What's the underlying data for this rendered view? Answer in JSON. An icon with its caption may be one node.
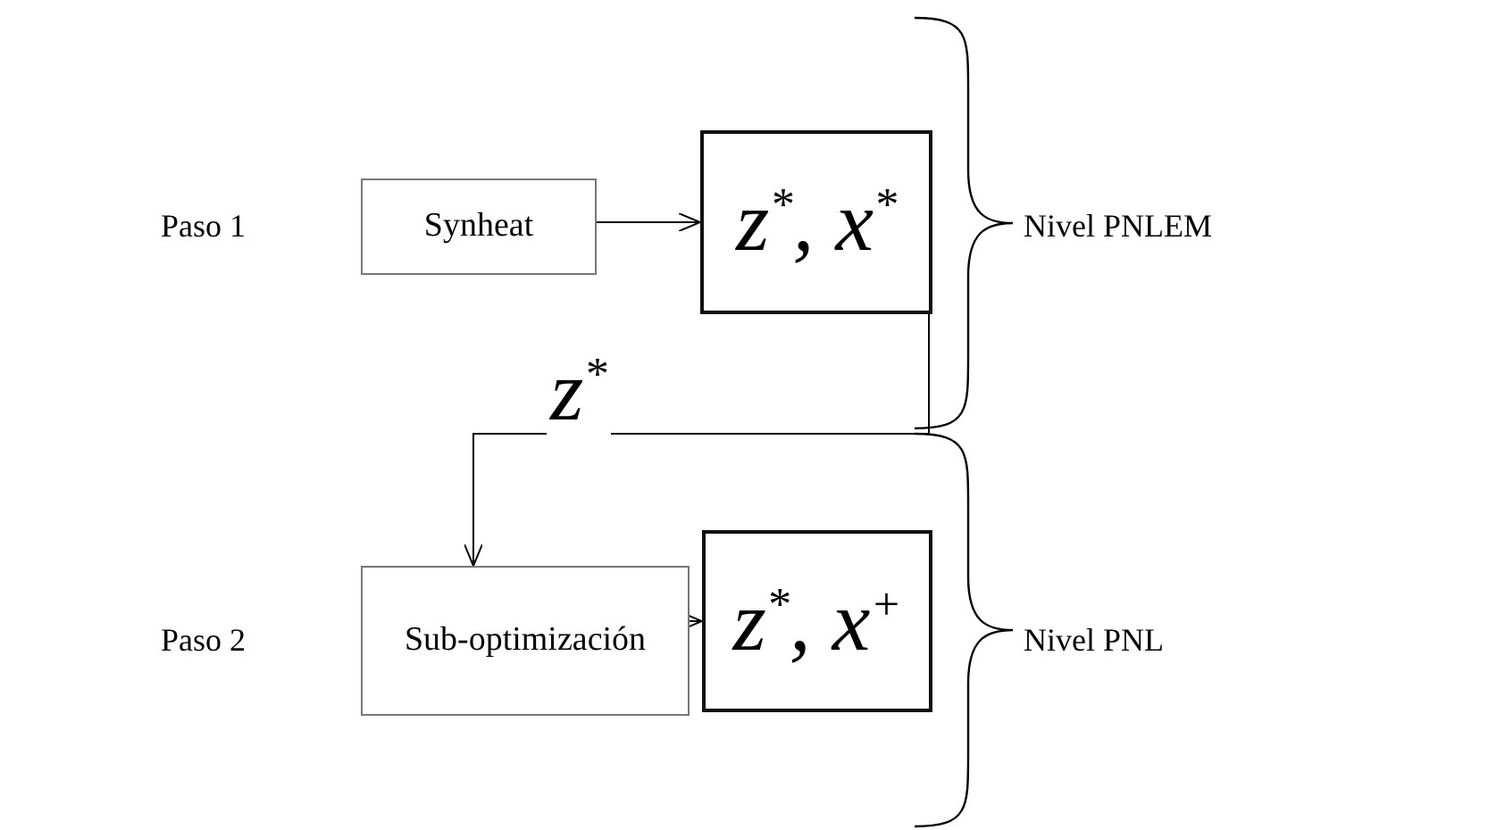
{
  "diagram": {
    "nodes": [
      {
        "text": [
          "Synheat"
        ]
      },
      {
        "text": [
          "z$^{*}$, x$^{*}$"
        ]
      },
      {
        "text": [
          "Sub-optimización"
        ]
      },
      {
        "text": [
          "z$^{*}$, x$^{+}$"
        ]
      }
    ],
    "edges": [
      {
        "from": 0,
        "to": 1,
        "arrow": "to"
      },
      {
        "from": 1,
        "to": 2,
        "arrow": "to",
        "label": "z$^{*}$"
      },
      {
        "from": 2,
        "to": 3,
        "arrow": "to"
      }
    ],
    "labels": [
      "Paso 1",
      "Nivel PNLEM",
      "Paso 2",
      "Nivel PNL"
    ]
  }
}
